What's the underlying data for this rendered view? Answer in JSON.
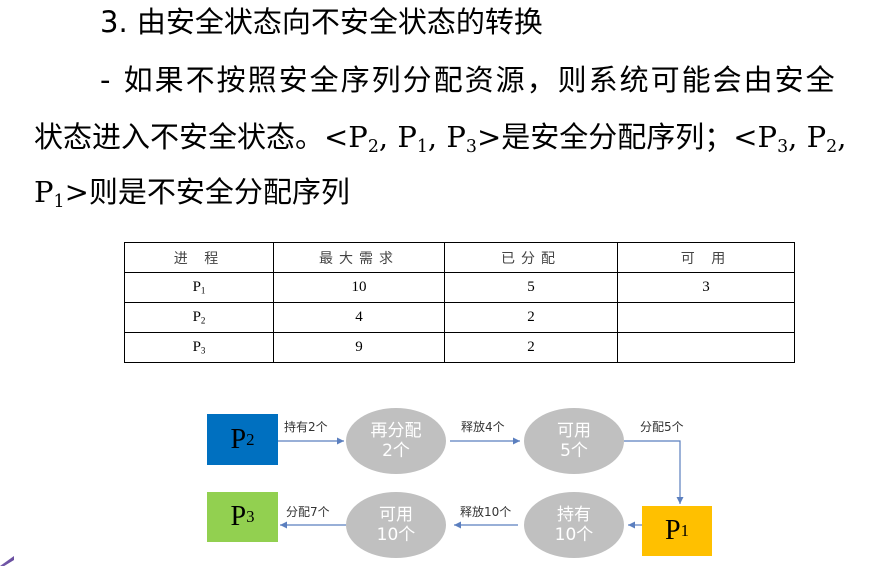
{
  "heading": "3. 由安全状态向不安全状态的转换",
  "paragraph": {
    "line1": "- 如果不按照安全序列分配资源，则系统可能会由安全",
    "line2_a": "状态进入不安全状态。<P",
    "line2_s1": "2",
    "line2_b": ", P",
    "line2_s2": "1",
    "line2_c": ", P",
    "line2_s3": "3",
    "line2_d": ">是安全分配序列；<P",
    "line2_s4": "3",
    "line2_e": ", P",
    "line2_s5": "2",
    "line2_f": ",",
    "line3_a": "P",
    "line3_s1": "1",
    "line3_b": ">则是不安全分配序列"
  },
  "table": {
    "headers": [
      "进 程",
      "最大需求",
      "已分配",
      "可 用"
    ],
    "rows": [
      {
        "proc": "P",
        "sub": "1",
        "max": "10",
        "alloc": "5",
        "avail": "3"
      },
      {
        "proc": "P",
        "sub": "2",
        "max": "4",
        "alloc": "2",
        "avail": ""
      },
      {
        "proc": "P",
        "sub": "3",
        "max": "9",
        "alloc": "2",
        "avail": ""
      }
    ]
  },
  "diagram": {
    "p2": {
      "label": "P",
      "sub": "2",
      "color": "#0070c0"
    },
    "p1": {
      "label": "P",
      "sub": "1",
      "color": "#ffc000"
    },
    "p3": {
      "label": "P",
      "sub": "3",
      "color": "#92d050"
    },
    "nodes": [
      {
        "line1": "再分配",
        "line2": "2个"
      },
      {
        "line1": "可用",
        "line2": "5个"
      },
      {
        "line1": "持有",
        "line2": "10个"
      },
      {
        "line1": "可用",
        "line2": "10个"
      }
    ],
    "edges": [
      "持有2个",
      "释放4个",
      "分配5个",
      "释放10个",
      "分配7个"
    ],
    "arrow_color": "#5b7fbf"
  }
}
